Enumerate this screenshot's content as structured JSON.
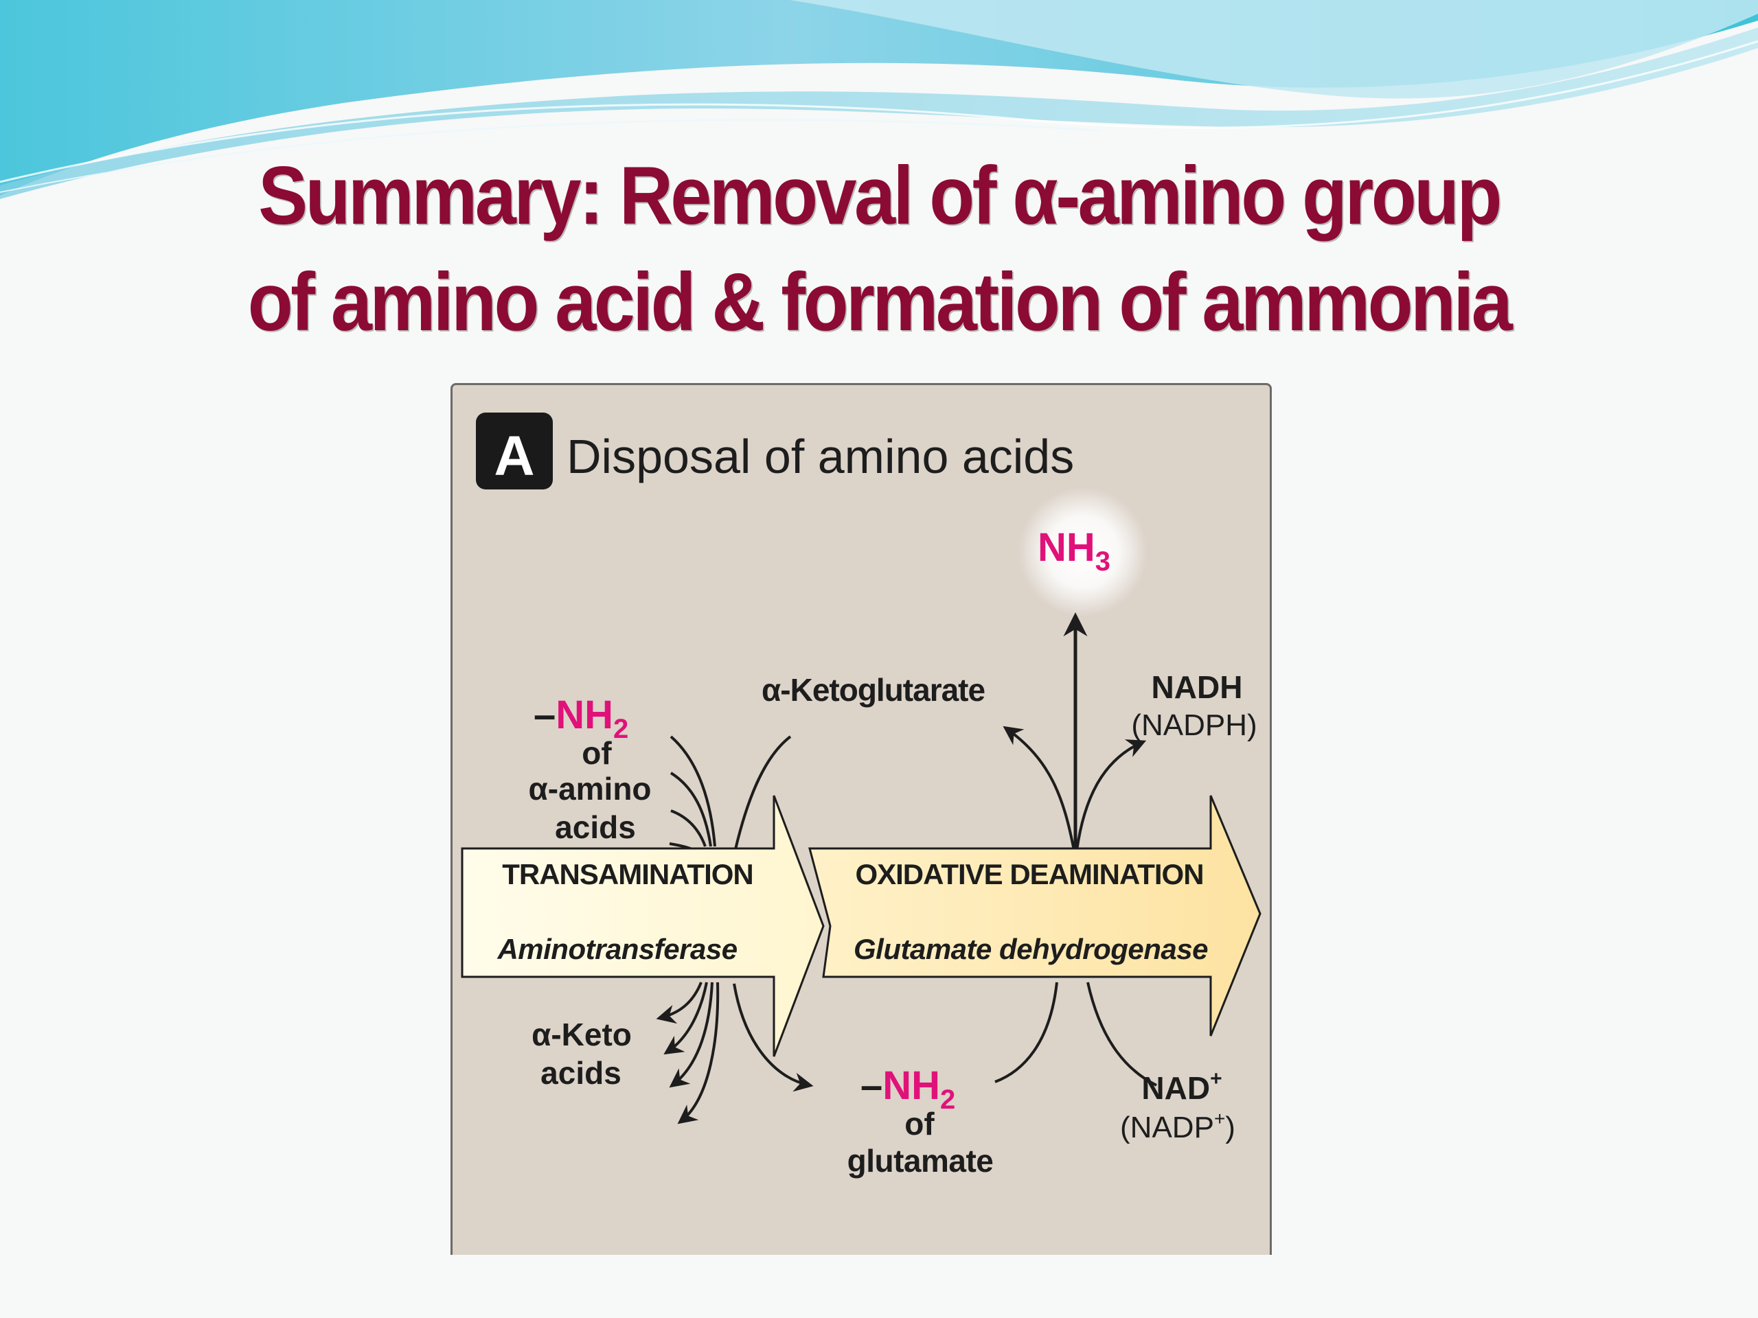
{
  "slide": {
    "title_line1": "Summary: Removal of α-amino group",
    "title_line2": "of amino acid & formation of ammonia"
  },
  "figure": {
    "badge": "A",
    "heading": "Disposal of amino acids",
    "nh3": {
      "main": "NH",
      "sub": "3"
    },
    "ketoglutarate": "α-Ketoglutarate",
    "nadh": "NADH",
    "nadph": "(NADPH)",
    "nh2_amino": {
      "dash": "–",
      "main": "NH",
      "sub": "2",
      "of": "of",
      "line2": "α-amino",
      "line3": "acids"
    },
    "transamination": "TRANSAMINATION",
    "aminotransferase": "Aminotransferase",
    "oxidative_deamination": "OXIDATIVE DEAMINATION",
    "glutamate_dehydrogenase": "Glutamate dehydrogenase",
    "keto_acids": {
      "line1": "α-Keto",
      "line2": "acids"
    },
    "nh2_glutamate": {
      "dash": "–",
      "main": "NH",
      "sub": "2",
      "of": "of",
      "line3": "glutamate"
    },
    "nad": {
      "main": "NAD",
      "sup": "+"
    },
    "nadp": {
      "open": "(NADP",
      "sup": "+",
      "close": ")"
    }
  },
  "colors": {
    "title": "#8b0b35",
    "panel_background": "#dcd3c9",
    "ammonia_magenta": "#e0127a",
    "arrow_fill_left": "#fffbe0",
    "arrow_fill_right": "#fde9b0"
  }
}
